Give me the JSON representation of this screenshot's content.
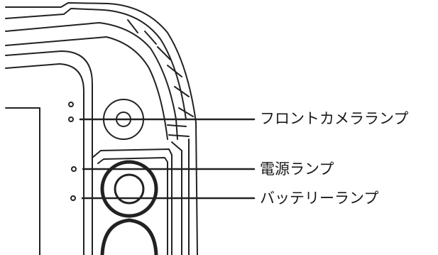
{
  "callouts": {
    "front_camera_lamp": "フロントカメラランプ",
    "power_lamp": "電源ランプ",
    "battery_lamp": "バッテリーランプ"
  }
}
